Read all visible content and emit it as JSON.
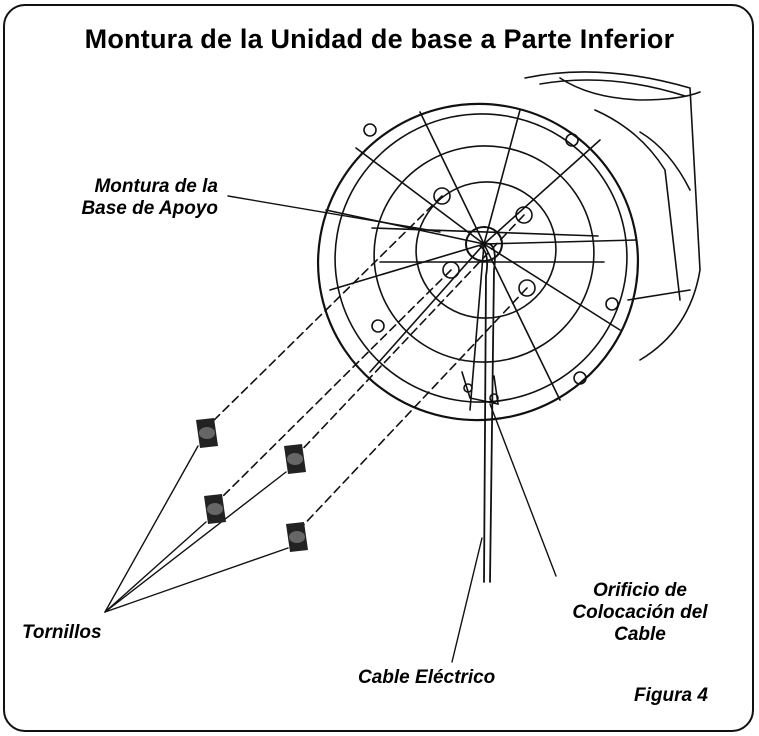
{
  "title": "Montura de la Unidad de base a Parte Inferior",
  "labels": {
    "mount_line1": "Montura de la",
    "mount_line2": "Base de Apoyo",
    "screws": "Tornillos",
    "hole_line1": "Orificio de",
    "hole_line2": "Colocación del",
    "hole_line3": "Cable",
    "power_cable": "Cable Eléctrico",
    "figure": "Figura 4"
  },
  "colors": {
    "line": "#111111",
    "background": "#ffffff"
  }
}
